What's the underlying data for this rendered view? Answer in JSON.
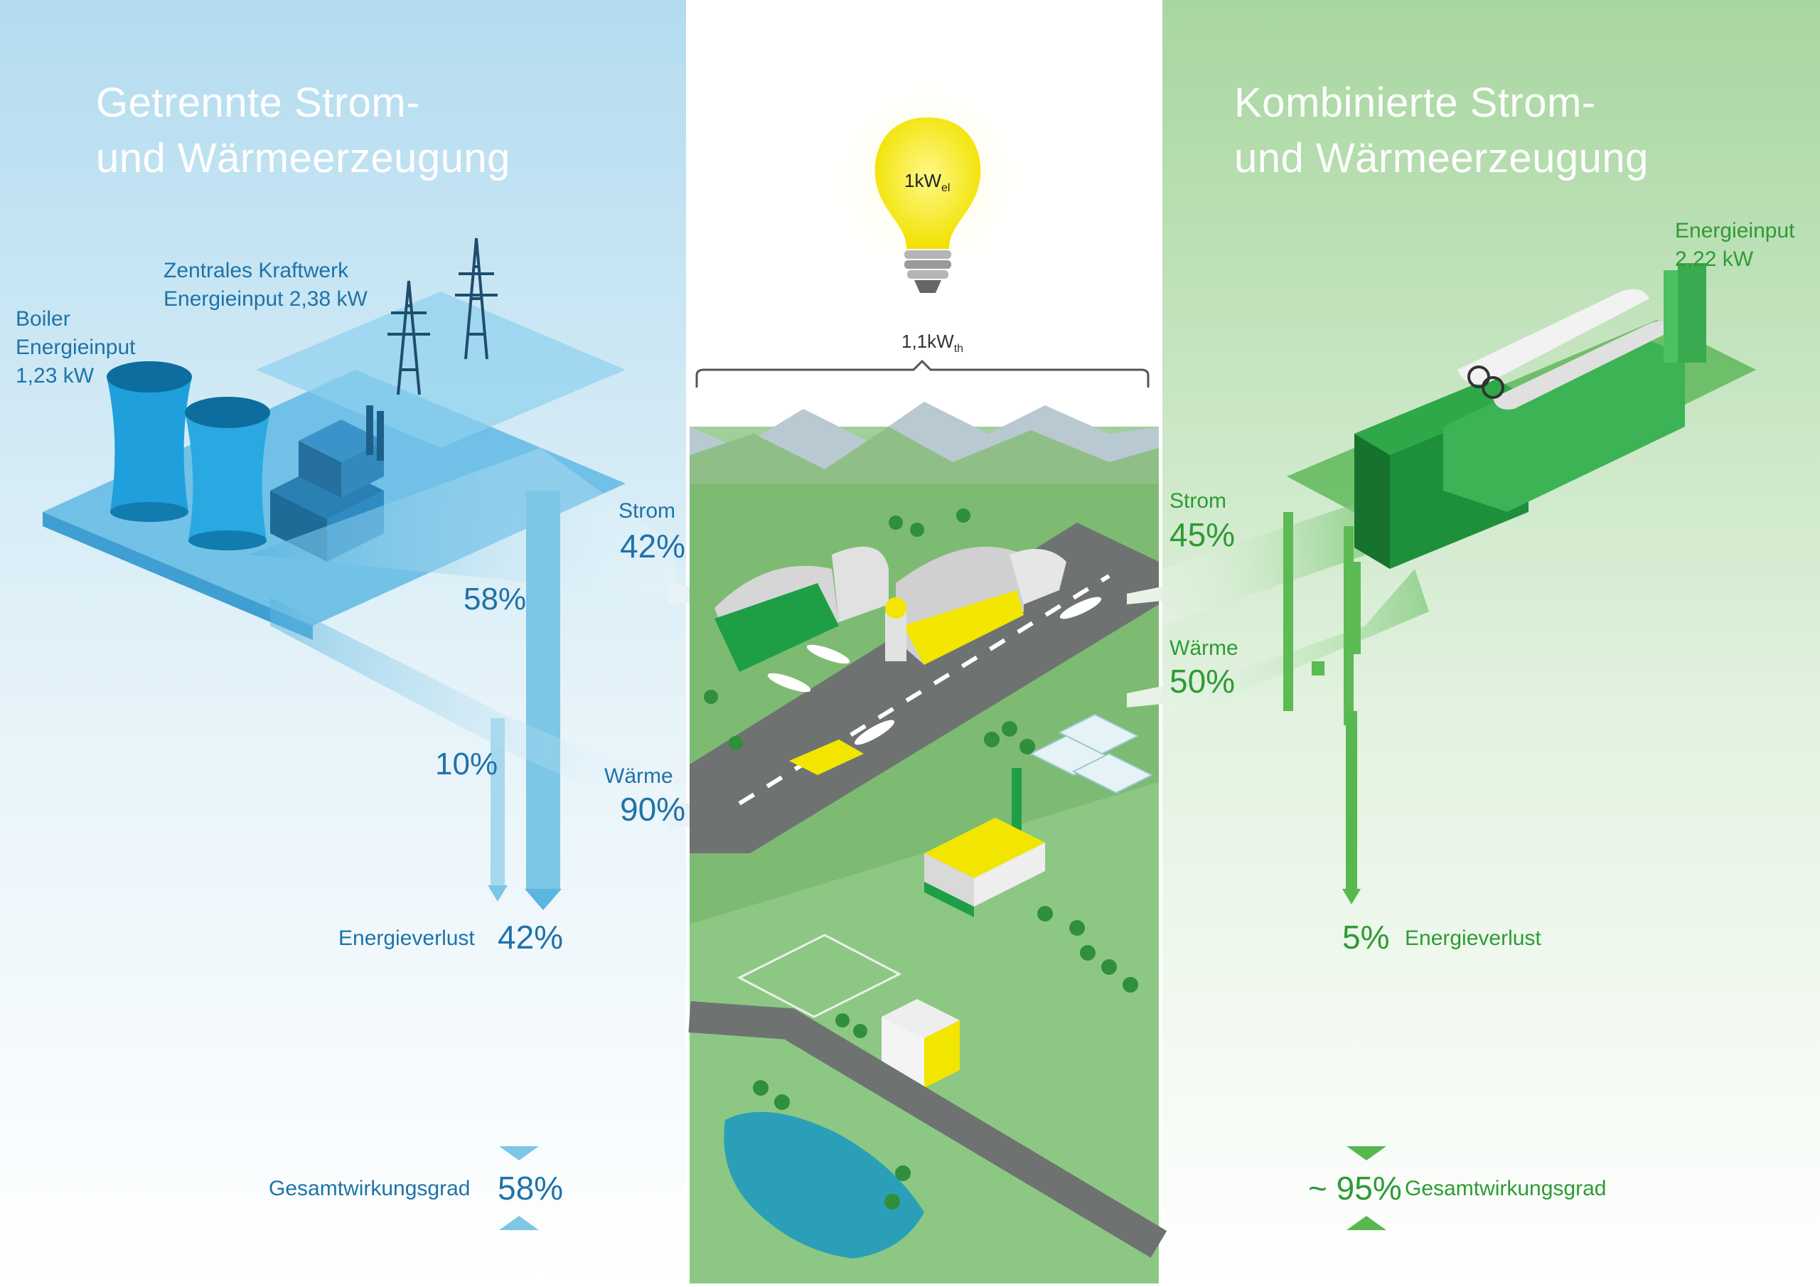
{
  "left": {
    "title_line1": "Getrennte Strom-",
    "title_line2": "und Wärmeerzeugung",
    "boiler_label": "Boiler",
    "boiler_input_label": "Energieinput",
    "boiler_input_value": "1,23 kW",
    "plant_label": "Zentrales Kraftwerk",
    "plant_input": "Energieinput 2,38 kW",
    "loss_plant_pct": "58%",
    "loss_boiler_pct": "10%",
    "strom_label": "Strom",
    "strom_pct": "42%",
    "waerme_label": "Wärme",
    "waerme_pct": "90%",
    "energieverlust_label": "Energieverlust",
    "energieverlust_pct": "42%",
    "gesamt_label": "Gesamtwirkungsgrad",
    "gesamt_pct": "58%"
  },
  "center": {
    "bulb_main": "1kW",
    "bulb_sub": "el",
    "heat_main": "1,1kW",
    "heat_sub": "th"
  },
  "right": {
    "title_line1": "Kombinierte Strom-",
    "title_line2": "und Wärmeerzeugung",
    "input_label": "Energieinput",
    "input_value": "2,22 kW",
    "strom_label": "Strom",
    "strom_pct": "45%",
    "waerme_label": "Wärme",
    "waerme_pct": "50%",
    "loss_pct": "5%",
    "energieverlust_label": "Energieverlust",
    "gesamt_prefix": "~",
    "gesamt_pct": "95%",
    "gesamt_label": "Gesamtwirkungsgrad"
  },
  "colors": {
    "left_bg_top": "#b3dcef",
    "right_bg_top": "#a8d6a0",
    "blue_text": "#1f73a8",
    "green_text": "#2e9b34",
    "blue_flow": "#7cc6e6",
    "green_flow": "#56b84f"
  }
}
